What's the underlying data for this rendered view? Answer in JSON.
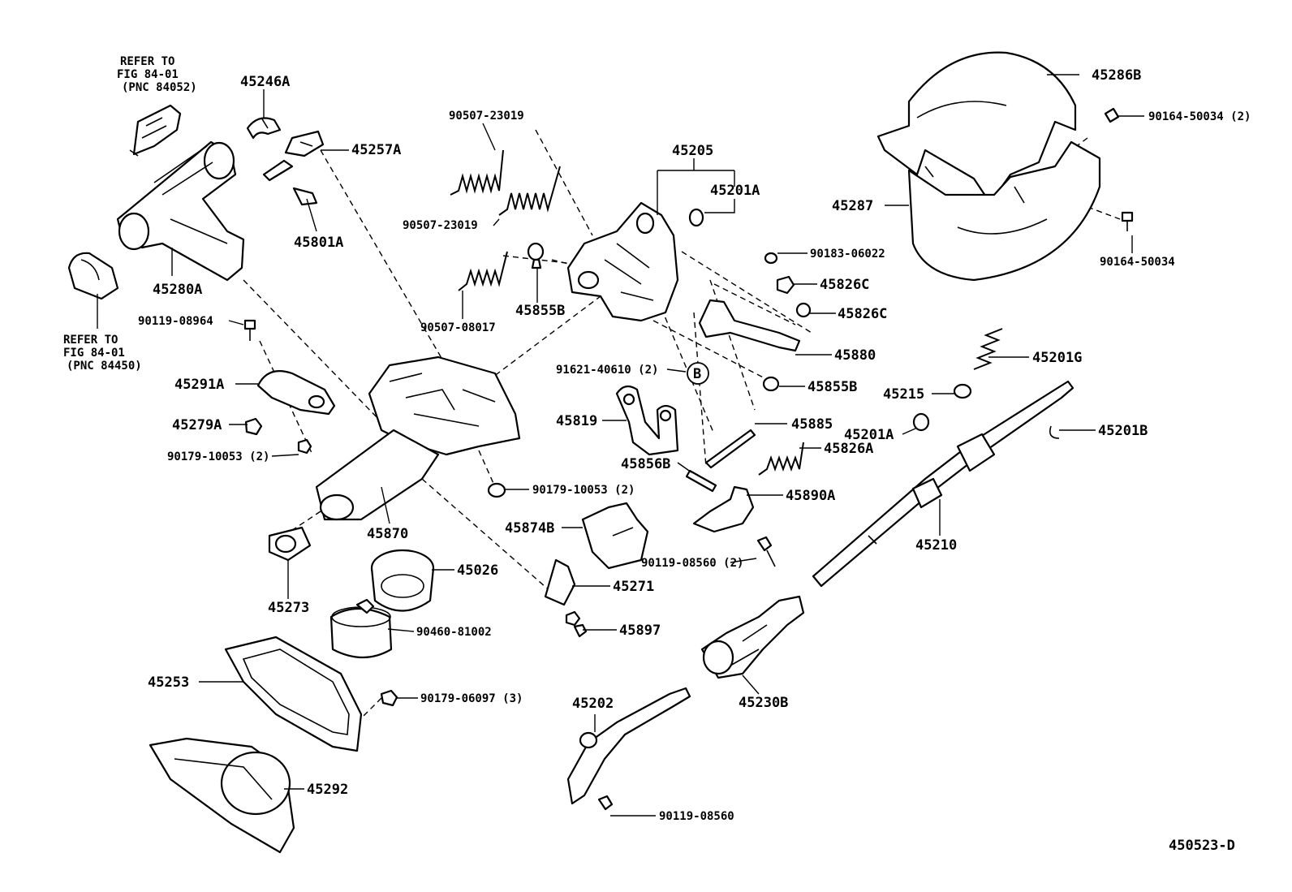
{
  "labels": {
    "refer_top_1": "REFER TO",
    "refer_top_2": "FIG 84-01",
    "refer_top_3": "(PNC 84052)",
    "refer_left_1": "REFER TO",
    "refer_left_2": "FIG 84-01",
    "refer_left_3": "(PNC 84450)",
    "p45246A": "45246A",
    "p45257A": "45257A",
    "p45801A": "45801A",
    "p45280A": "45280A",
    "p90507_23019a": "90507-23019",
    "p90507_23019b": "90507-23019",
    "p90507_08017": "90507-08017",
    "p45855B_a": "45855B",
    "p45205": "45205",
    "p45201A_a": "45201A",
    "p45286B": "45286B",
    "p90164_50034_2": "90164-50034 (2)",
    "p45287": "45287",
    "p90164_50034": "90164-50034",
    "p90183_06022": "90183-06022",
    "p45826C_a": "45826C",
    "p45826C_b": "45826C",
    "p45880": "45880",
    "p90119_08964": "90119-08964",
    "p91621_40610": "91621-40610 (2)",
    "circle_b": "B",
    "p45855B_b": "45855B",
    "p45291A": "45291A",
    "p45201G": "45201G",
    "p45215": "45215",
    "p45279A": "45279A",
    "p45819": "45819",
    "p45885": "45885",
    "p45201A_b": "45201A",
    "p45201B": "45201B",
    "p90179_10053_a": "90179-10053 (2)",
    "p45856B": "45856B",
    "p45826A": "45826A",
    "p90179_10053_b": "90179-10053 (2)",
    "p45890A": "45890A",
    "p45870": "45870",
    "p45874B": "45874B",
    "p45210": "45210",
    "p90119_08560_2": "90119-08560 (2)",
    "p45026": "45026",
    "p45271": "45271",
    "p45273": "45273",
    "p90460_81002": "90460-81002",
    "p45897": "45897",
    "p45253": "45253",
    "p90179_06097": "90179-06097 (3)",
    "p45202": "45202",
    "p45230B": "45230B",
    "p45292": "45292",
    "p90119_08560": "90119-08560",
    "figure_id": "450523-D"
  }
}
